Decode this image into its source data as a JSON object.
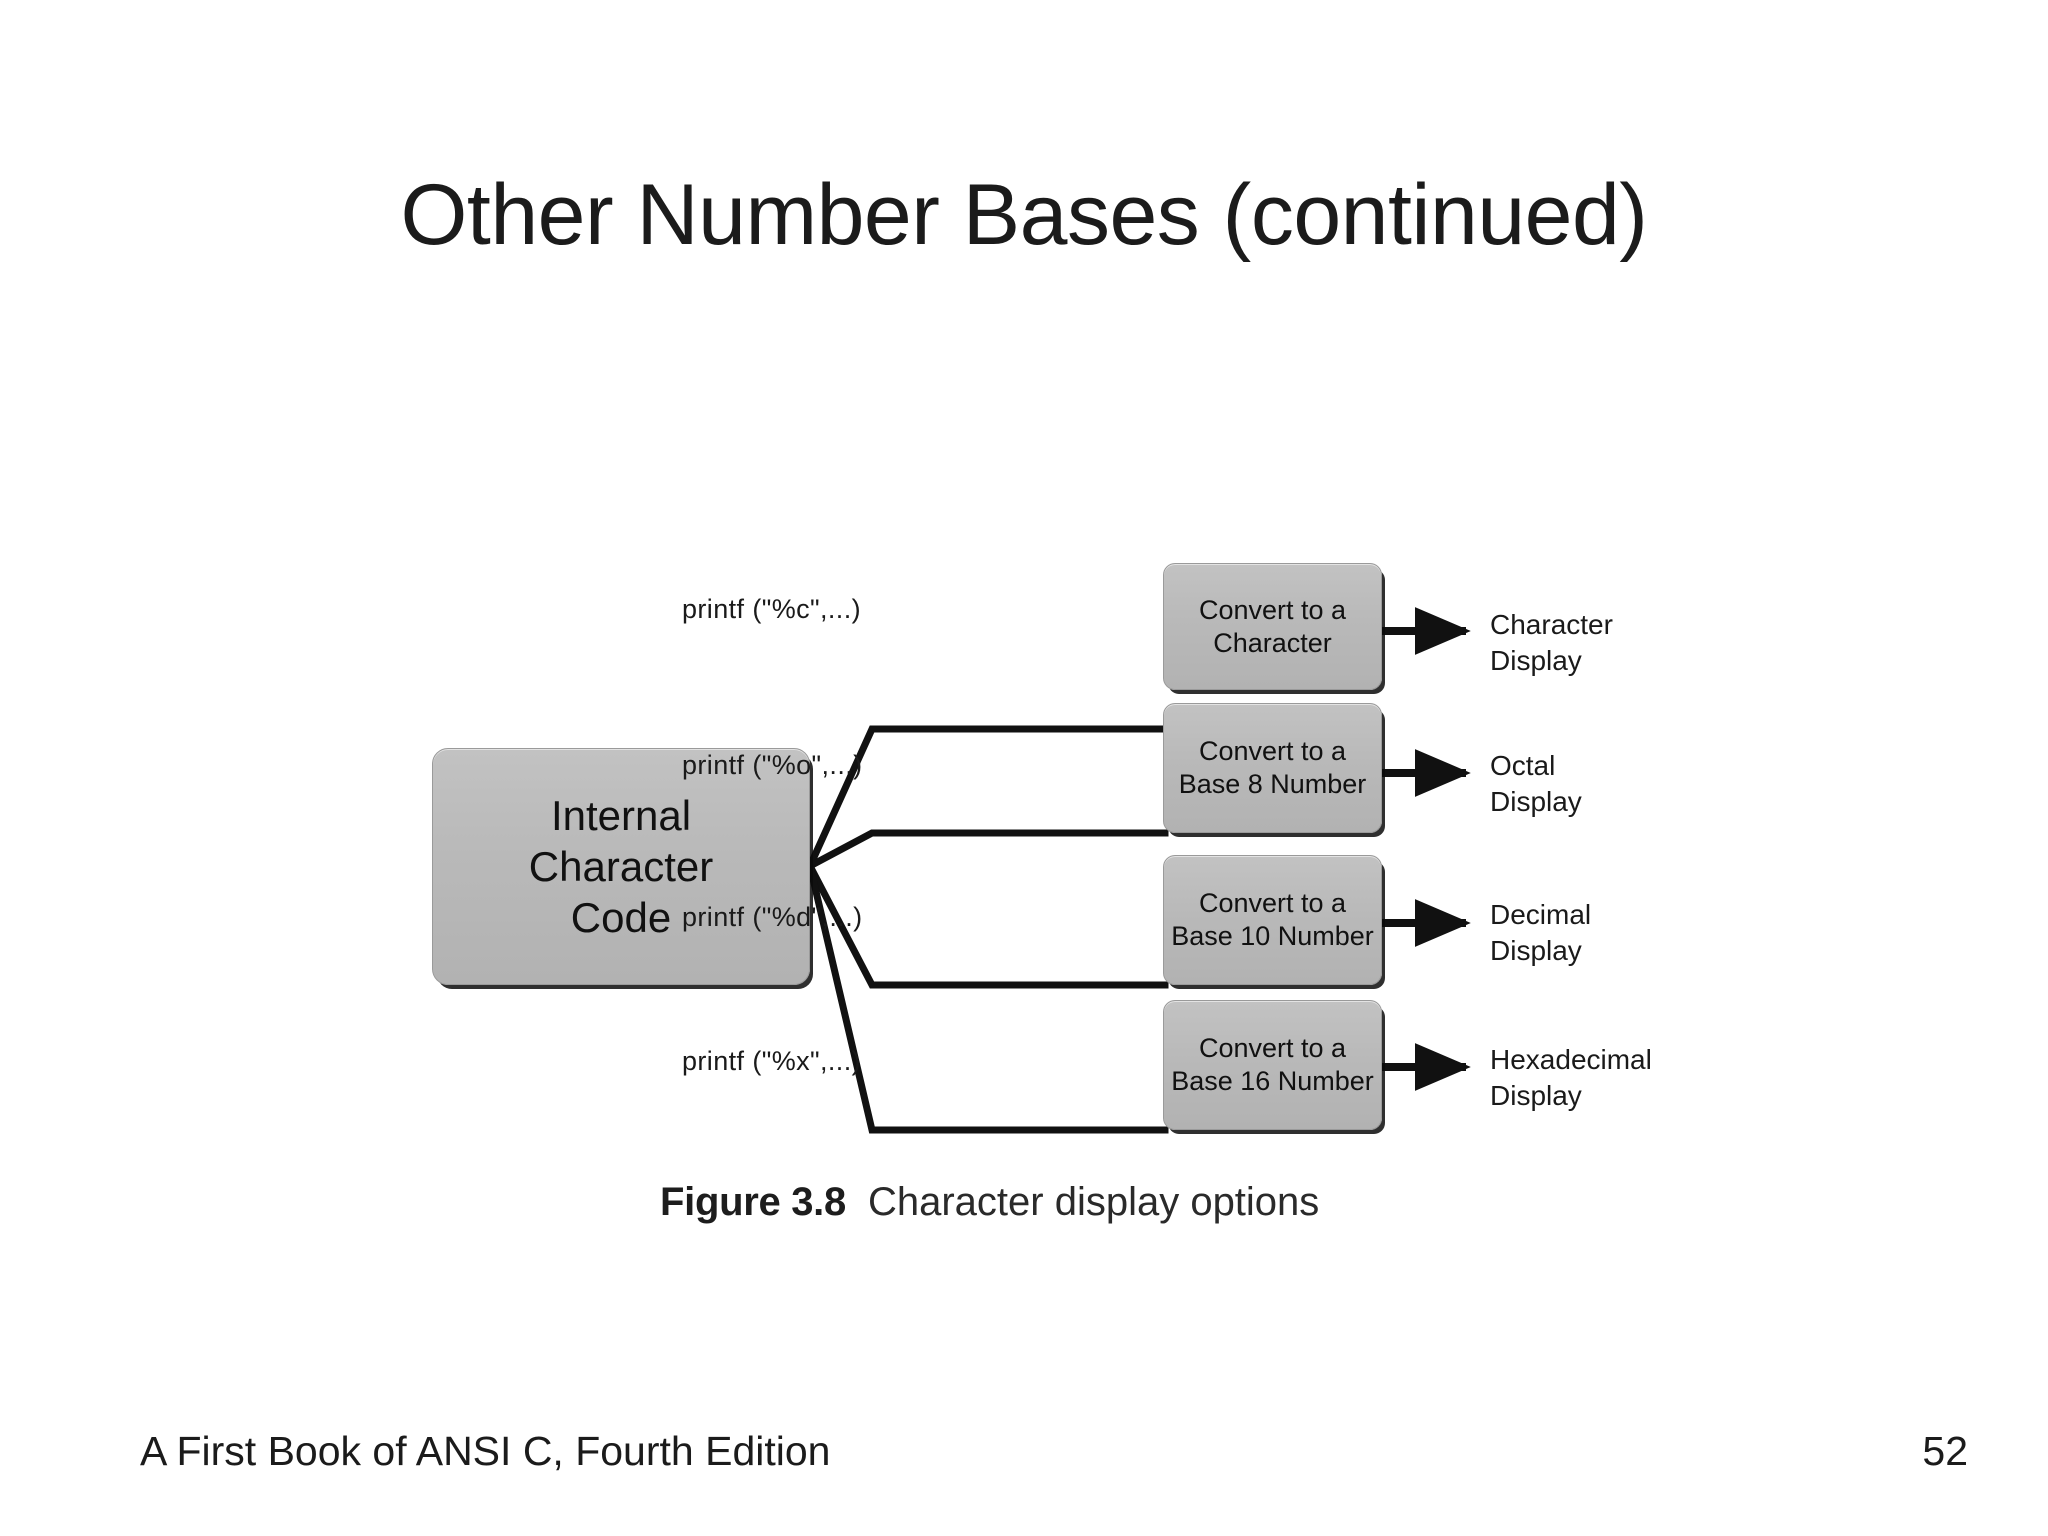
{
  "slide": {
    "title": "Other Number Bases (continued)",
    "page_number": "52",
    "source": "A First Book of ANSI C, Fourth Edition"
  },
  "figure": {
    "caption_number": "Figure 3.8",
    "caption_text": "Character display options",
    "source_node": "Internal\nCharacter\nCode",
    "source_node_lines": [
      "Internal",
      "Character",
      "Code"
    ],
    "branches": [
      {
        "edge_label": "printf (\"%c\",...)",
        "stage_line1": "Convert to a",
        "stage_line2": "Character",
        "output_line1": "Character",
        "output_line2": "Display"
      },
      {
        "edge_label": "printf (\"%o\",...)",
        "stage_line1": "Convert to a",
        "stage_line2": "Base 8 Number",
        "output_line1": "Octal",
        "output_line2": "Display"
      },
      {
        "edge_label": "printf (\"%d\",...)",
        "stage_line1": "Convert to a",
        "stage_line2": "Base 10 Number",
        "output_line1": "Decimal",
        "output_line2": "Display"
      },
      {
        "edge_label": "printf (\"%x\",...)",
        "stage_line1": "Convert to a",
        "stage_line2": "Base 16 Number",
        "output_line1": "Hexadecimal",
        "output_line2": "Display"
      }
    ]
  },
  "colors": {
    "background": "#ffffff",
    "text": "#1a1a1a",
    "box_fill": "#bcbcbc",
    "box_shadow": "#0a0a0a",
    "connector": "#111111"
  }
}
